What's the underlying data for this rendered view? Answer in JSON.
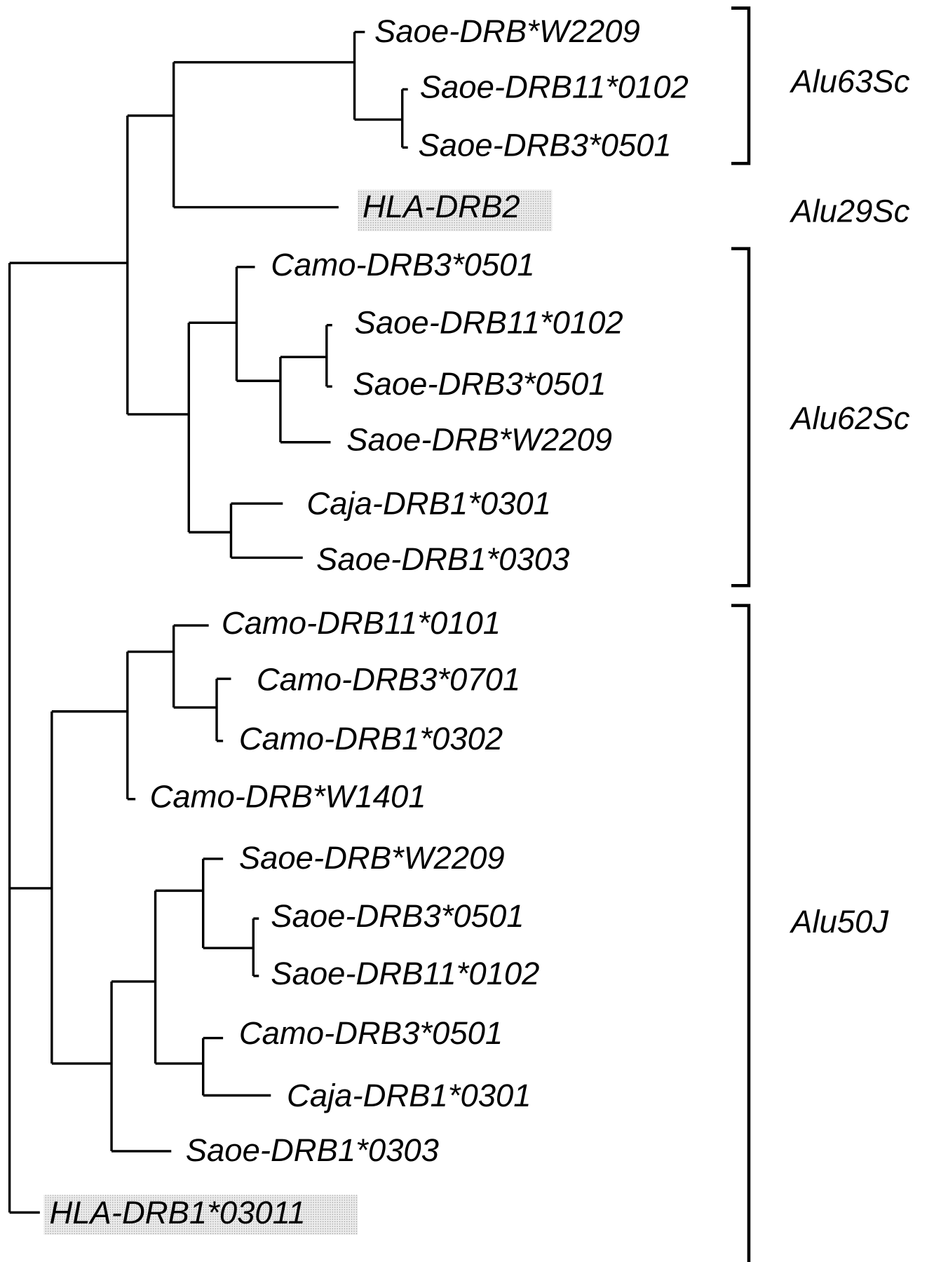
{
  "leaves": [
    {
      "label": "Saoe-DRB*W2209"
    },
    {
      "label": "Saoe-DRB11*0102"
    },
    {
      "label": "Saoe-DRB3*0501"
    },
    {
      "label": "HLA-DRB2",
      "highlighted": true
    },
    {
      "label": "Camo-DRB3*0501"
    },
    {
      "label": "Saoe-DRB11*0102"
    },
    {
      "label": "Saoe-DRB3*0501"
    },
    {
      "label": "Saoe-DRB*W2209"
    },
    {
      "label": "Caja-DRB1*0301"
    },
    {
      "label": "Saoe-DRB1*0303"
    },
    {
      "label": "Camo-DRB11*0101"
    },
    {
      "label": "Camo-DRB3*0701"
    },
    {
      "label": "Camo-DRB1*0302"
    },
    {
      "label": "Camo-DRB*W1401"
    },
    {
      "label": "Saoe-DRB*W2209"
    },
    {
      "label": "Saoe-DRB3*0501"
    },
    {
      "label": "Saoe-DRB11*0102"
    },
    {
      "label": "Camo-DRB3*0501"
    },
    {
      "label": "Caja-DRB1*0301"
    },
    {
      "label": "Saoe-DRB1*0303"
    },
    {
      "label": "HLA-DRB1*03011",
      "highlighted": true
    }
  ],
  "groups": [
    {
      "label": "Alu63Sc",
      "bracketed": true
    },
    {
      "label": "Alu29Sc",
      "bracketed": false
    },
    {
      "label": "Alu62Sc",
      "bracketed": true
    },
    {
      "label": "Alu50J",
      "bracketed": true
    }
  ],
  "colors": {
    "line": "#000000",
    "highlight": "#d9d9d9"
  }
}
